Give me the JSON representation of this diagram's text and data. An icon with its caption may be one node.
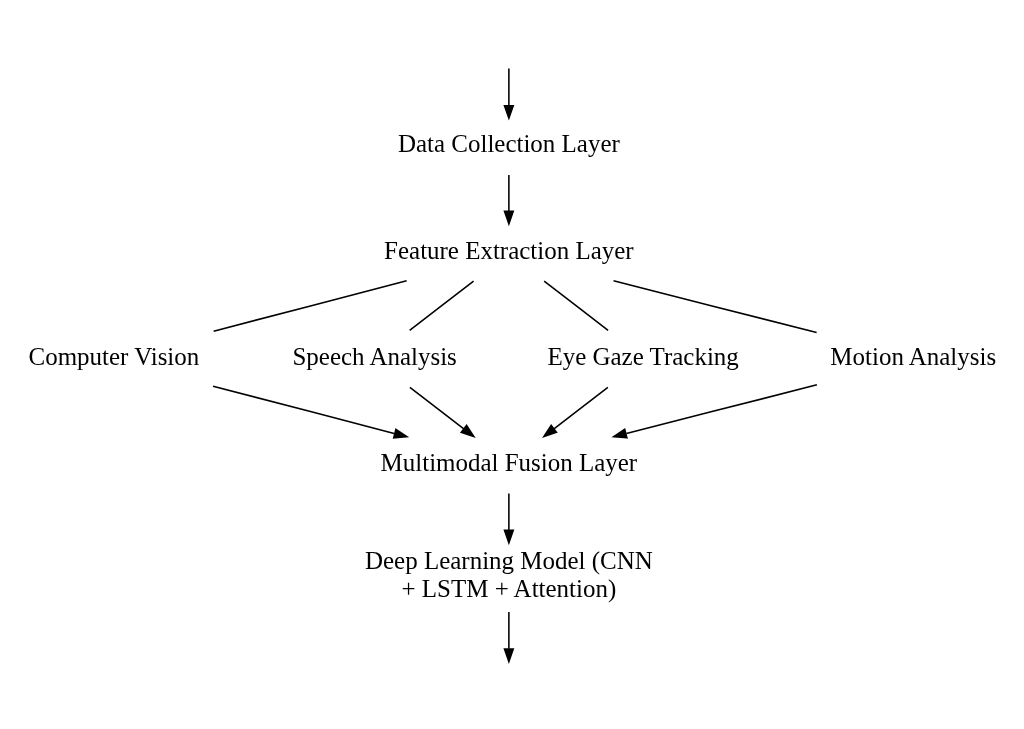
{
  "diagram": {
    "nodes": [
      {
        "text": [
          "Data Collection Layer"
        ]
      },
      {
        "text": [
          "Feature Extraction Layer"
        ]
      },
      {
        "text": [
          "Computer Vision"
        ]
      },
      {
        "text": [
          "Speech Analysis"
        ]
      },
      {
        "text": [
          "Eye Gaze Tracking"
        ]
      },
      {
        "text": [
          "Motion Analysis"
        ]
      },
      {
        "text": [
          "Multimodal Fusion Layer"
        ]
      },
      {
        "text": [
          "Deep Learning Model (CNN + LSTM + Attention)"
        ]
      }
    ],
    "edges": [
      {
        "from": null,
        "to": 0,
        "arrow": "to"
      },
      {
        "from": 0,
        "to": 1,
        "arrow": "to"
      },
      {
        "from": 1,
        "to": 2,
        "arrow": "none"
      },
      {
        "from": 1,
        "to": 3,
        "arrow": "none"
      },
      {
        "from": 1,
        "to": 4,
        "arrow": "none"
      },
      {
        "from": 1,
        "to": 5,
        "arrow": "none"
      },
      {
        "from": 2,
        "to": 6,
        "arrow": "to"
      },
      {
        "from": 3,
        "to": 6,
        "arrow": "to"
      },
      {
        "from": 4,
        "to": 6,
        "arrow": "to"
      },
      {
        "from": 5,
        "to": 6,
        "arrow": "to"
      },
      {
        "from": 6,
        "to": 7,
        "arrow": "to"
      },
      {
        "from": 7,
        "to": null,
        "arrow": "to"
      }
    ]
  }
}
